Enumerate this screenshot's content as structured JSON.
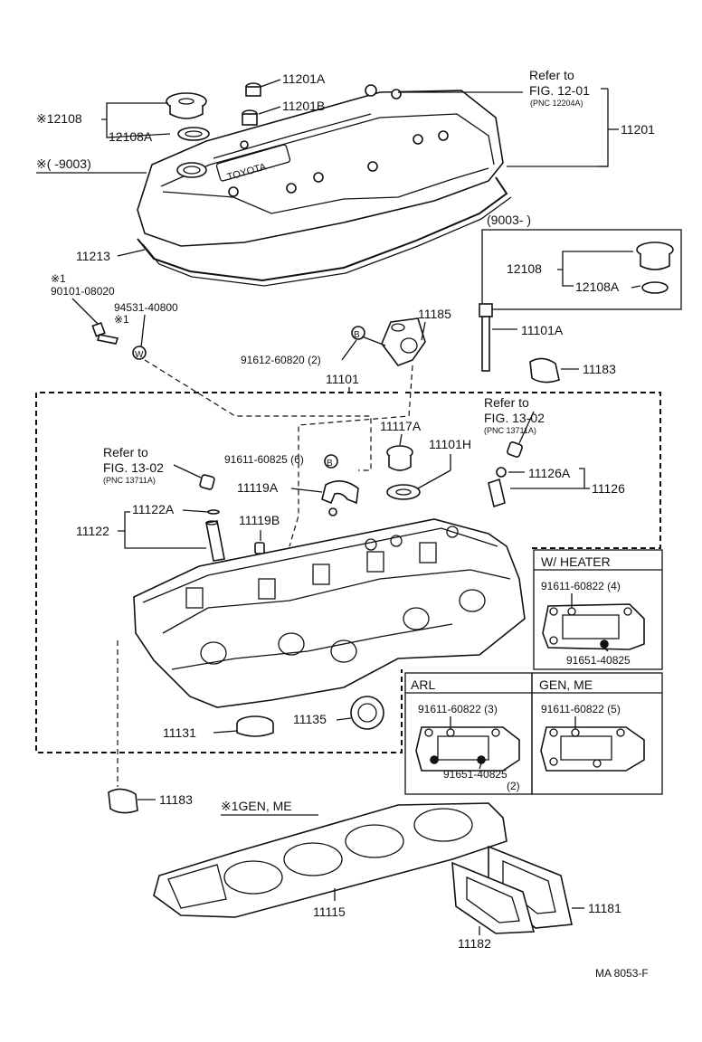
{
  "labels": {
    "p11201A": "11201A",
    "p11201B": "11201B",
    "refer1_a": "Refer to",
    "refer1_b": "FIG. 12-01",
    "refer1_c": "(PNC 12204A)",
    "p11201": "11201",
    "p12108": "※12108",
    "p12108A": "12108A",
    "note_9003": "※(     -9003)",
    "box_9003": "(9003-          )",
    "box_12108": "12108",
    "box_12108A": "12108A",
    "p11213": "11213",
    "bolt_star": "※1",
    "bolt_pn": "90101-08020",
    "wash_pn": "94531-40800",
    "wash_star": "※1",
    "wash_letter": "W",
    "p11185": "11185",
    "p11101A": "11101A",
    "b_letter": "B",
    "bolt60820": "91612-60820 (2)",
    "p11183_top": "11183",
    "p11101": "11101",
    "refer2_a": "Refer to",
    "refer2_b": "FIG. 13-02",
    "refer2_c": "(PNC 13711A)",
    "p11117A": "11117A",
    "p11101H": "11101H",
    "refer3_a": "Refer to",
    "refer3_b": "FIG. 13-02",
    "refer3_c": "(PNC 13711A)",
    "bolt60825": "91611-60825 (6)",
    "b_letter2": "B",
    "p11119A": "11119A",
    "p11126A": "11126A",
    "p11126": "11126",
    "p11122A": "11122A",
    "p11122": "11122",
    "p11119B": "11119B",
    "heater_title": "W/ HEATER",
    "heater_bolt": "91611-60822 (4)",
    "heater_nut": "91651-40825",
    "arl_title": "ARL",
    "arl_bolt": "91611-60822 (3)",
    "arl_nut": "91651-40825",
    "arl_nut_qty": "(2)",
    "genme_title": "GEN, ME",
    "genme_bolt": "91611-60822 (5)",
    "p11131": "11131",
    "p11135": "11135",
    "p11183_bot": "11183",
    "genme_note": "※1GEN, ME",
    "p11115": "11115",
    "p11181": "11181",
    "p11182": "11182",
    "code": "MA  8053-F",
    "brand": "TOYOTA"
  }
}
